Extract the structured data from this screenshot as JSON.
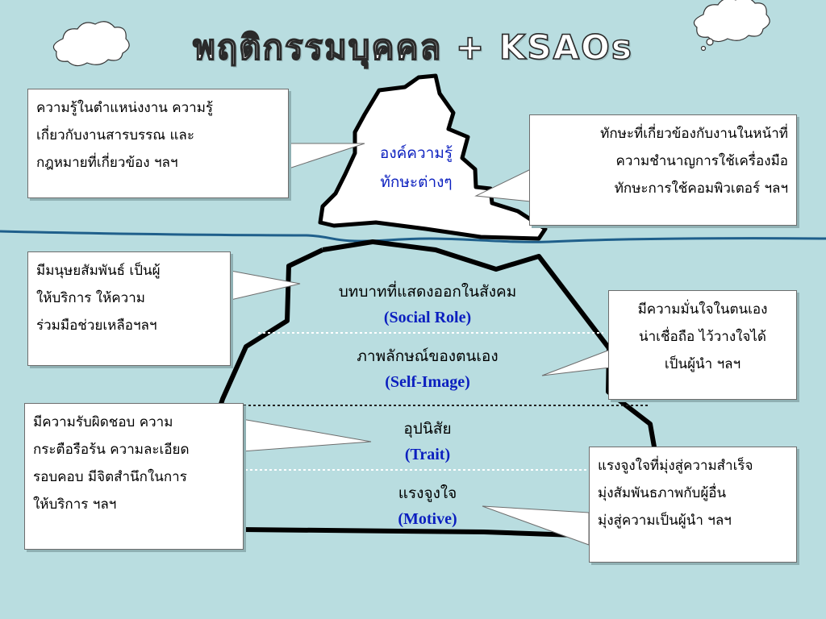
{
  "title": "พฤติกรรมบุคคล + KSAOs",
  "iceberg_tip": {
    "line1": "องค์ความรู้",
    "line2": "ทักษะต่างๆ"
  },
  "layers": [
    {
      "th": "บทบาทที่แสดงออกในสังคม",
      "en": "(Social Role)"
    },
    {
      "th": "ภาพลักษณ์ของตนเอง",
      "en": "(Self-Image)"
    },
    {
      "th": "อุปนิสัย",
      "en": "(Trait)"
    },
    {
      "th": "แรงจูงใจ",
      "en": "(Motive)"
    }
  ],
  "callouts": {
    "knowledge": [
      "ความรู้ในตำแหน่งงาน ความรู้",
      "เกี่ยวกับงานสารบรรณ และ",
      "กฎหมายที่เกี่ยวข้อง ฯลฯ"
    ],
    "skills": [
      "ทักษะที่เกี่ยวข้องกับงานในหน้าที่",
      "ความชำนาญการใช้เครื่องมือ",
      "ทักษะการใช้คอมพิวเตอร์ ฯลฯ"
    ],
    "social_role": [
      "มีมนุษยสัมพันธ์ เป็นผู้",
      "ให้บริการ ให้ความ",
      "ร่วมมือช่วยเหลือฯลฯ"
    ],
    "self_image": [
      "มีความมั่นใจในตนเอง",
      "น่าเชื่อถือ ไว้วางใจได้",
      "เป็นผู้นำ ฯลฯ"
    ],
    "trait": [
      "มีความรับผิดชอบ ความ",
      "กระตือรือร้น ความละเอียด",
      "รอบคอบ มีจิตสำนึกในการ",
      "ให้บริการ ฯลฯ"
    ],
    "motive": [
      "แรงจูงใจที่มุ่งสู่ความสำเร็จ",
      "มุ่งสัมพันธภาพกับผู้อื่น",
      "มุ่งสู่ความเป็นผู้นำ  ฯลฯ"
    ]
  },
  "colors": {
    "background": "#b9dde0",
    "water_line": "#1f5f8b",
    "iceberg_outline": "#000000",
    "english_label": "#0b1fbf"
  },
  "icons": [
    "cloud-icon",
    "cloud-icon"
  ]
}
